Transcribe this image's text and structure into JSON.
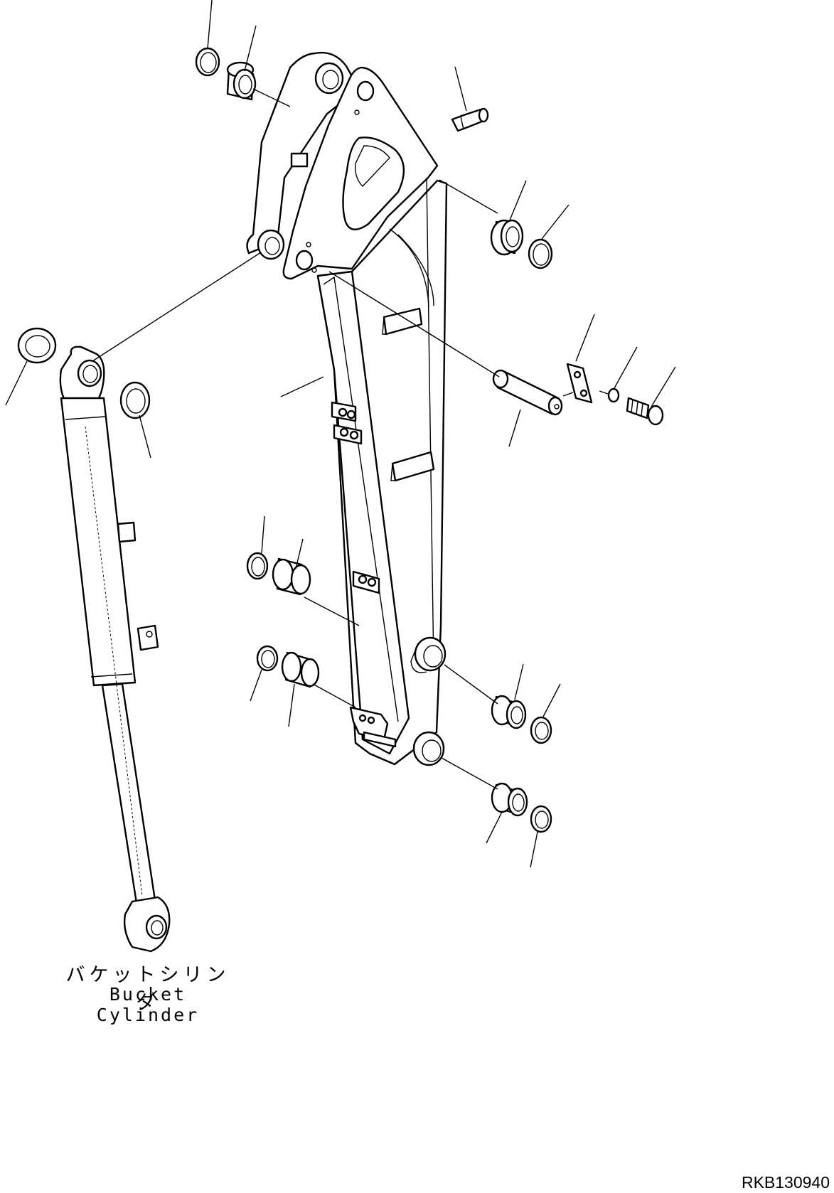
{
  "diagram": {
    "component_label_ja": "バケットシリンダ",
    "component_label_en": "Bucket Cylinder",
    "figure_code": "RKB130940"
  }
}
